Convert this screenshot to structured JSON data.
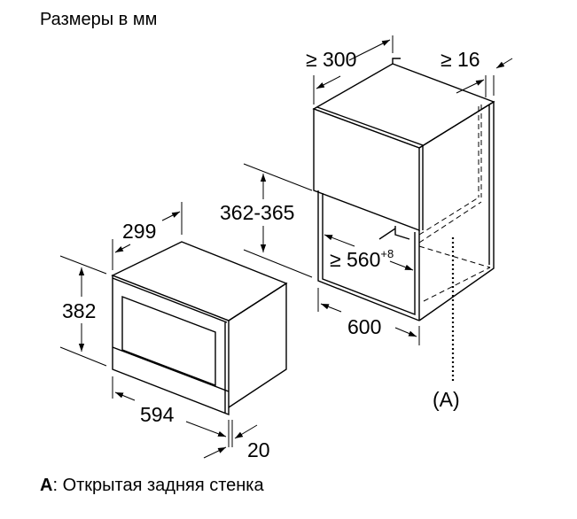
{
  "title": "Размеры в мм",
  "cabinet": {
    "depth": "≥ 300",
    "panel_thickness": "≥ 16",
    "niche_height": "362-365",
    "niche_width": "≥ 560",
    "niche_width_tolerance": "+8",
    "width": "600",
    "marker": "(A)"
  },
  "appliance": {
    "depth": "299",
    "height": "382",
    "width": "594",
    "front_thickness": "20"
  },
  "legend": {
    "key": "A",
    "text": ": Открытая задняя стенка"
  },
  "colors": {
    "line": "#000000",
    "background": "#ffffff"
  }
}
